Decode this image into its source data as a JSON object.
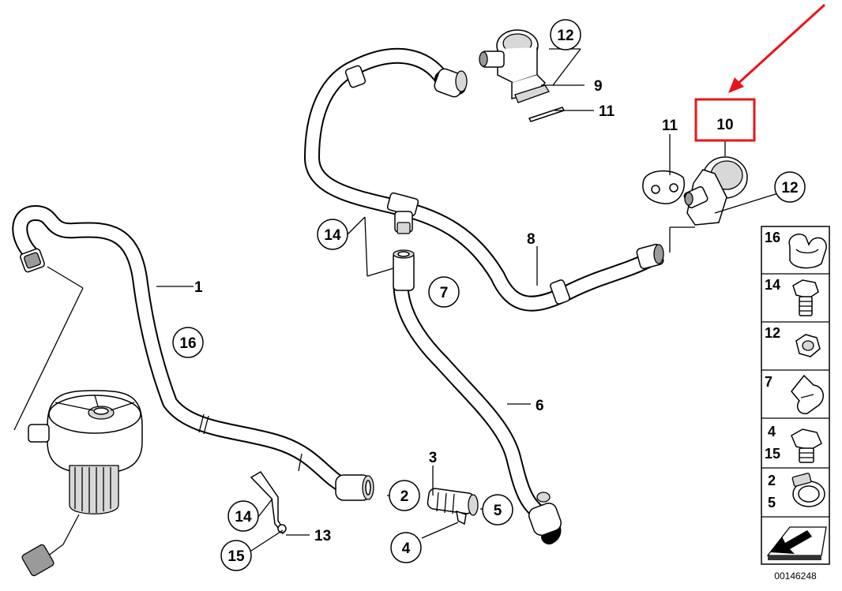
{
  "diagram": {
    "reference_number": "00146248",
    "callouts": {
      "c1": "1",
      "c2": "2",
      "c3": "3",
      "c4": "4",
      "c5": "5",
      "c6": "6",
      "c7": "7",
      "c8": "8",
      "c9": "9",
      "c10": "10",
      "c11a": "11",
      "c11b": "11",
      "c12a": "12",
      "c12b": "12",
      "c13": "13",
      "c14a": "14",
      "c14b": "14",
      "c15": "15",
      "c16": "16"
    },
    "legend": [
      {
        "label": "16",
        "part": "clip"
      },
      {
        "label": "14",
        "part": "hex-bolt"
      },
      {
        "label": "12",
        "part": "hex-nut"
      },
      {
        "label": "7",
        "part": "spring-clip"
      },
      {
        "label": "4",
        "label2": "15",
        "part": "collar-screw"
      },
      {
        "label": "2",
        "label2": "5",
        "part": "hose-clamp"
      },
      {
        "label": "",
        "part": "arrow-symbol"
      }
    ],
    "highlight_color": "#e8141b"
  }
}
